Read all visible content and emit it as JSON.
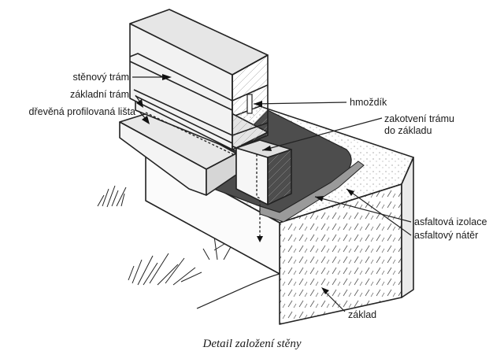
{
  "labels": {
    "wall_beam": "stěnový trám",
    "base_beam": "základní trám",
    "profiled_strip": "dřevěná profilovaná lišta",
    "dowel": "hmoždík",
    "anchoring_line1": "zakotvení trámu",
    "anchoring_line2": "do základu",
    "asphalt_insulation": "asfaltová izolace",
    "asphalt_coating": "asfaltový nátěr",
    "foundation": "základ"
  },
  "caption": "Detail založení stěny",
  "colors": {
    "ink": "#222222",
    "light_fill": "#f2f2f2",
    "mid_fill": "#dcdcdc",
    "dark_fill": "#555555",
    "concrete_fill": "#f7f7f7"
  }
}
